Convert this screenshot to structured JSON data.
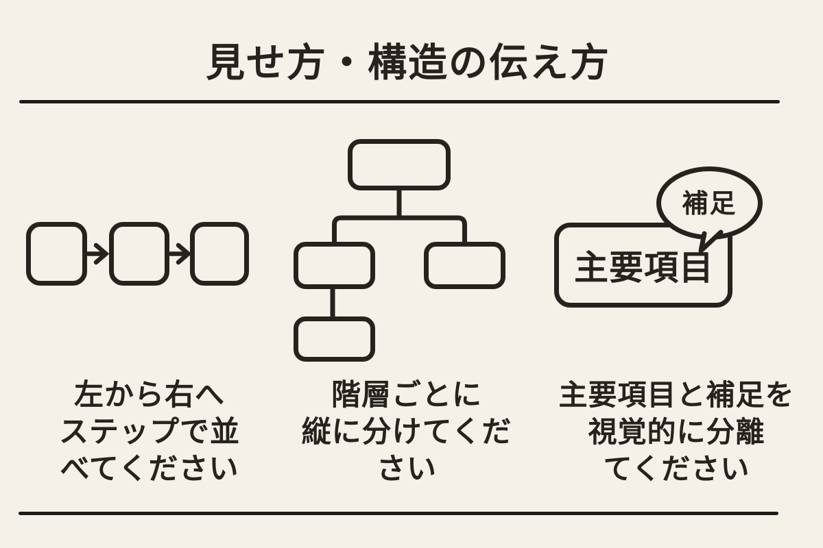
{
  "theme": {
    "background": "#f4f1e8",
    "ink": "#26231f",
    "divider": "#1c1b18"
  },
  "title": "見せ方・構造の伝え方",
  "sections": [
    {
      "name": "steps-flow",
      "caption_lines": [
        "左から右へ",
        "ステップで並",
        "べてください"
      ]
    },
    {
      "name": "hierarchy-tree",
      "caption_lines": [
        "階層ごとに",
        "縦に分けてくだ",
        "さい"
      ]
    },
    {
      "name": "main-and-note",
      "main_box_label": "主要項目",
      "bubble_label": "補足",
      "caption_lines": [
        "主要項目と補足を",
        "視覚的に分離",
        "てください"
      ]
    }
  ]
}
